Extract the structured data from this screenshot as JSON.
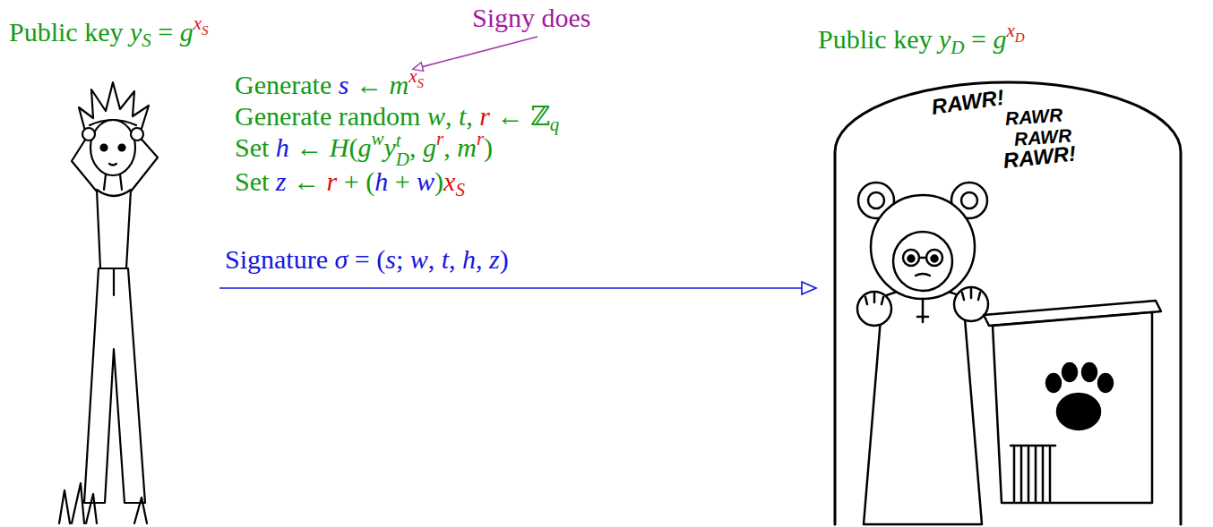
{
  "diagram": {
    "nodes": [
      {
        "text": [
          "Public key yS = gxS"
        ]
      },
      {
        "text": [
          "Public key yD = gxD"
        ]
      }
    ],
    "edges": [
      {
        "from": 0,
        "to": 1,
        "arrow": "to",
        "label": "Signature σ = (s; w, t, h, z)"
      }
    ],
    "labels": [
      "Signy does",
      "Generate s ← mxS",
      "Generate random w, t, r ← ℤq",
      "Set h ← H(gwyDt, gr, mr)",
      "Set z ← r + (h + w)xS",
      "RAWR!",
      "RAWR",
      "RAWR",
      "RAWR!"
    ]
  }
}
